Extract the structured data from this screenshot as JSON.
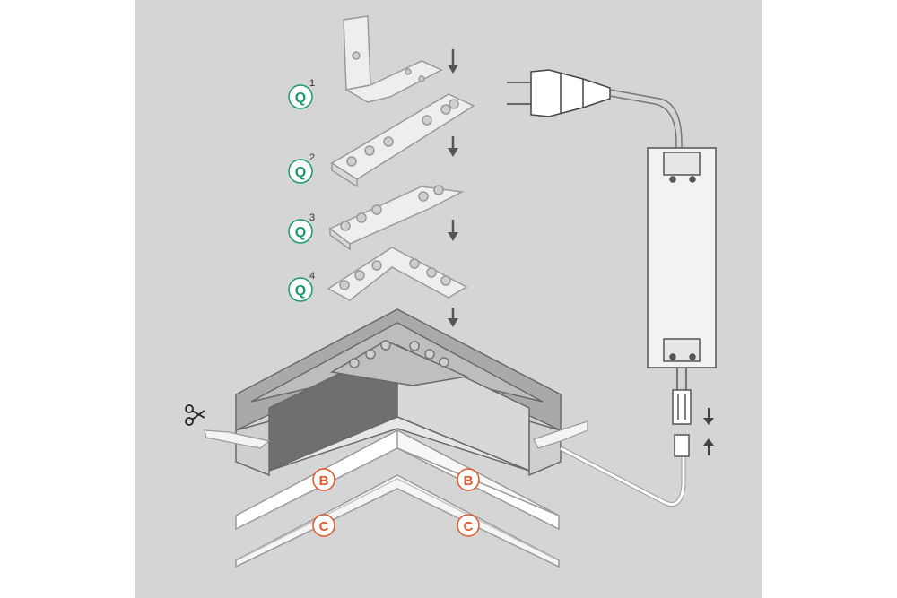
{
  "colors": {
    "panel": "#d5d5d5",
    "part_fill": "#eeeeee",
    "part_edge": "#9a9a9a",
    "profile_dark": "#6f6f6f",
    "profile_mid": "#a9a9a9",
    "q_badge": "#1a9a6a",
    "bc_badge": "#e2572b",
    "arrow": "#555555"
  },
  "connectors": [
    {
      "letter": "Q",
      "number": "1"
    },
    {
      "letter": "Q",
      "number": "2"
    },
    {
      "letter": "Q",
      "number": "3"
    },
    {
      "letter": "Q",
      "number": "4"
    }
  ],
  "covers": [
    {
      "letter": "B"
    },
    {
      "letter": "B"
    },
    {
      "letter": "C"
    },
    {
      "letter": "C"
    }
  ],
  "icons": {
    "scissors": "scissors-icon",
    "arrow": "arrow-down-icon",
    "plug": "power-plug-icon",
    "psu": "power-supply-icon",
    "compress": "compress-arrows-icon"
  }
}
